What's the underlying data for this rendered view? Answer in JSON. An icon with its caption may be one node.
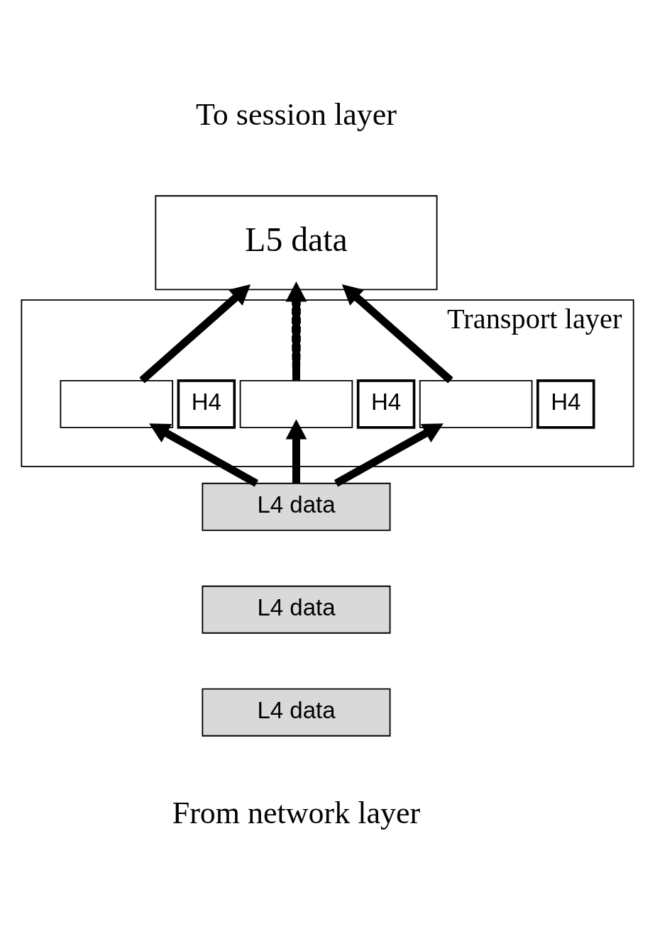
{
  "diagram": {
    "nodes": [
      {
        "text": [
          "L5 data"
        ]
      },
      {
        "text": [
          "Transport layer"
        ]
      },
      {
        "text": [],
        "shape": "box",
        "in": 1
      },
      {
        "text": [
          "H4"
        ],
        "in": 1
      },
      {
        "text": [],
        "shape": "box",
        "in": 1
      },
      {
        "text": [
          "H4"
        ],
        "in": 1
      },
      {
        "text": [],
        "shape": "box",
        "in": 1
      },
      {
        "text": [
          "H4"
        ],
        "in": 1
      },
      {
        "text": [
          "L4 data"
        ]
      },
      {
        "text": [
          "L4 data"
        ]
      },
      {
        "text": [
          "L4 data"
        ]
      }
    ],
    "edges": [
      {
        "from": 2,
        "to": 0,
        "arrow": "none",
        "style": "dashed"
      },
      {
        "from": 2,
        "to": 0,
        "arrow": "to",
        "style": "thick"
      },
      {
        "from": 2,
        "to": 0,
        "arrow": "none",
        "style": "dashed"
      },
      {
        "from": 4,
        "to": 0,
        "arrow": "none",
        "style": "dashed"
      },
      {
        "from": 4,
        "to": 0,
        "arrow": "to",
        "style": "thick"
      },
      {
        "from": 4,
        "to": 0,
        "arrow": "none",
        "style": "dashed"
      },
      {
        "from": 6,
        "to": 0,
        "arrow": "none",
        "style": "dashed"
      },
      {
        "from": 6,
        "to": 0,
        "arrow": "to",
        "style": "thick"
      },
      {
        "from": 6,
        "to": 0,
        "arrow": "none",
        "style": "dashed"
      },
      {
        "from": 8,
        "to": 2,
        "arrow": "to",
        "style": "thick"
      },
      {
        "from": 8,
        "to": 4,
        "arrow": "to",
        "style": "thick"
      },
      {
        "from": 8,
        "to": 6,
        "arrow": "to",
        "style": "thick"
      }
    ],
    "labels": [
      "To session layer",
      "From network layer"
    ]
  }
}
